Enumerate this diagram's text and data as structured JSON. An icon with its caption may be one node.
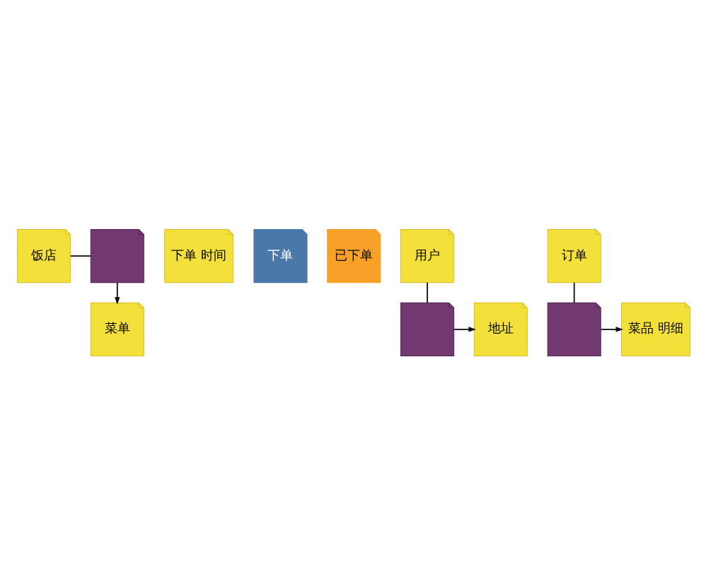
{
  "diagram": {
    "nodes": [
      {
        "text": [
          "菜单"
        ]
      },
      {
        "text": [
          "下单 时间"
        ]
      },
      {
        "text": [
          "饭店"
        ]
      },
      {
        "text": [],
        "shape": "box"
      },
      {
        "text": [
          "下单"
        ]
      },
      {
        "text": [
          "已下单"
        ]
      },
      {
        "text": [
          "用户"
        ]
      },
      {
        "text": [
          "订单"
        ]
      },
      {
        "text": [
          "地址"
        ]
      },
      {
        "text": [],
        "shape": "box"
      },
      {
        "text": [],
        "shape": "box"
      },
      {
        "text": [
          "菜品 明细"
        ]
      }
    ],
    "edges": [
      {
        "from": 2,
        "to": 3,
        "arrow": "none"
      },
      {
        "from": 3,
        "to": 0,
        "arrow": "to"
      },
      {
        "from": 6,
        "to": 9,
        "arrow": "none"
      },
      {
        "from": 9,
        "to": 8,
        "arrow": "to"
      },
      {
        "from": 7,
        "to": 10,
        "arrow": "none"
      },
      {
        "from": 10,
        "to": 11,
        "arrow": "to"
      }
    ]
  }
}
